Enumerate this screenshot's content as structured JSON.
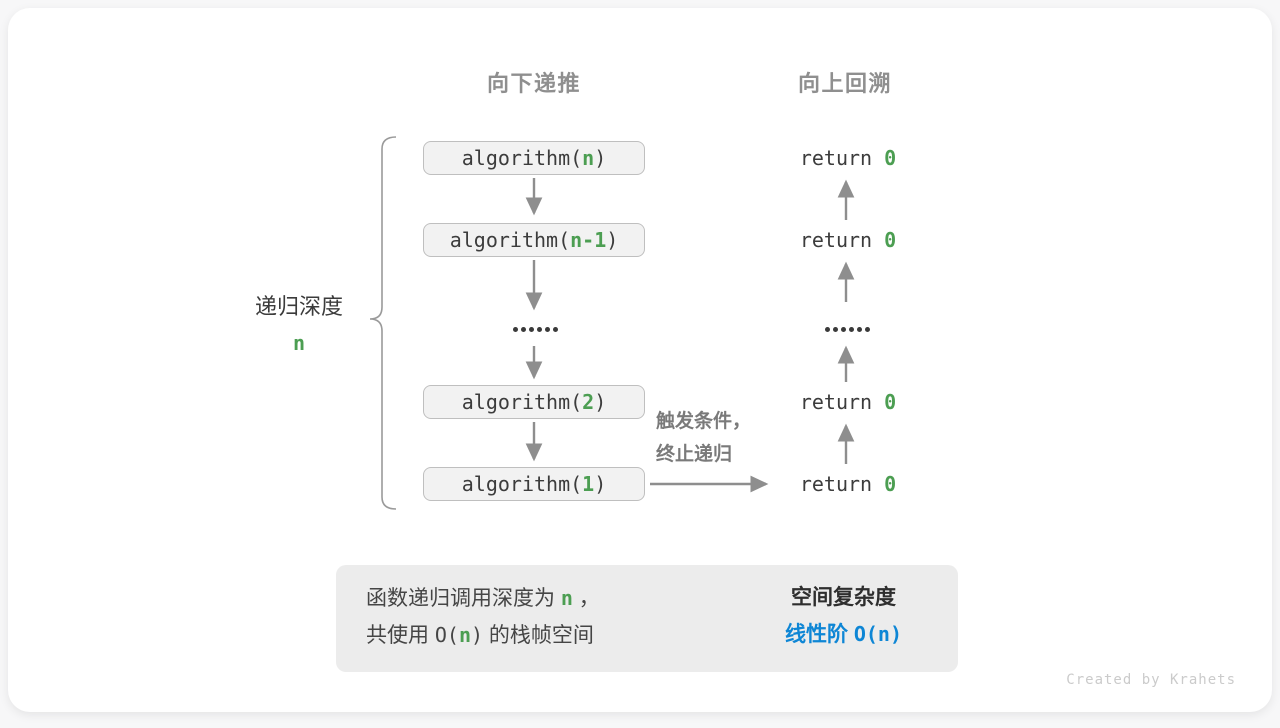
{
  "colors": {
    "green": "#4c9e52",
    "blue": "#0e86d5",
    "arrow_gray": "#8e8e8e",
    "box_fill": "#f2f2f2",
    "box_border": "#bfbfbf",
    "summary_fill": "#ececec"
  },
  "headers": {
    "descend": "向下递推",
    "backtrack": "向上回溯"
  },
  "depth_label": {
    "text": "递归深度",
    "value": "n"
  },
  "call_stack": [
    {
      "label": "algorithm(",
      "arg": "n",
      "close": ")"
    },
    {
      "label": "algorithm(",
      "arg": "n-1",
      "close": ")"
    },
    {
      "label": "algorithm(",
      "arg": "2",
      "close": ")"
    },
    {
      "label": "algorithm(",
      "arg": "1",
      "close": ")"
    }
  ],
  "returns": [
    {
      "keyword": "return ",
      "value": "0"
    },
    {
      "keyword": "return ",
      "value": "0"
    },
    {
      "keyword": "return ",
      "value": "0"
    },
    {
      "keyword": "return ",
      "value": "0"
    }
  ],
  "ellipsis": "……",
  "terminate_note": {
    "line1": "触发条件，",
    "line2": "终止递归"
  },
  "summary": {
    "cause": {
      "l1_pre": "函数递归调用深度为 ",
      "l1_var": "n",
      "l1_post": " ，",
      "l2_cn1": "共使用 ",
      "l2_o": "O(",
      "l2_var": "n",
      "l2_close": ")",
      "l2_cn2": " 的栈帧空间"
    },
    "effect": {
      "title": "空间复杂度",
      "result_cn": "线性阶 ",
      "result_code": "O(n)"
    }
  },
  "credit": "Created by Krahets"
}
